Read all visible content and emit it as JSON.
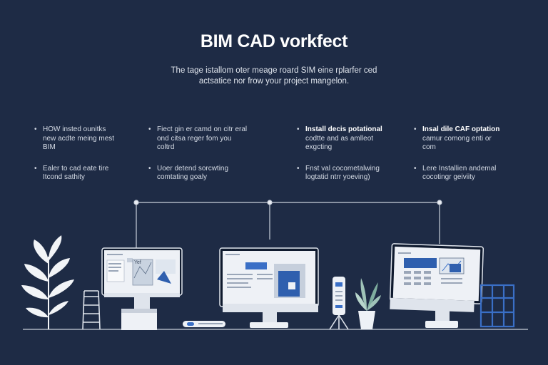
{
  "header": {
    "title": "BIM CAD vorkfect",
    "subtitle_line1": "The tage istallom oter meage roard SIM eine rplarfer ced",
    "subtitle_line2": "actsatice nor frow your project mangelon."
  },
  "columns": [
    {
      "items": [
        {
          "line1": "HOW insted ounitks",
          "line2": "new acdte meing mest",
          "line3": "BIM"
        },
        {
          "line1": "Ealer to cad eate tire",
          "line2": "Itcond sathity"
        }
      ]
    },
    {
      "items": [
        {
          "line1": "Fiect gin er camd on citr eral",
          "line2": "ond citsa reger fom you",
          "line3": "coltrd"
        },
        {
          "line1": "Uoer detend sorcwting",
          "line2": "comtating goaly"
        }
      ]
    },
    {
      "items": [
        {
          "line1": "Install decis potational",
          "line2": "codtte and as amlleot",
          "line3": "exgcting"
        },
        {
          "line1": "Fnst val cocometalwing",
          "line2": "logtatid ntrr yoeving)"
        }
      ]
    },
    {
      "items": [
        {
          "line1": "Insal dile CAF optation",
          "line2": "camur comong enti or",
          "line3": "com"
        },
        {
          "line1": "Lere Installien andemal",
          "line2": "cocotingr geiviity"
        }
      ]
    }
  ],
  "illustration": {
    "monitor1_tab_text": "Yef",
    "colors": {
      "background": "#1e2b45",
      "accent_blue": "#3a6fc6",
      "screen_white": "#eef1f6",
      "line": "#c9d0db"
    }
  }
}
